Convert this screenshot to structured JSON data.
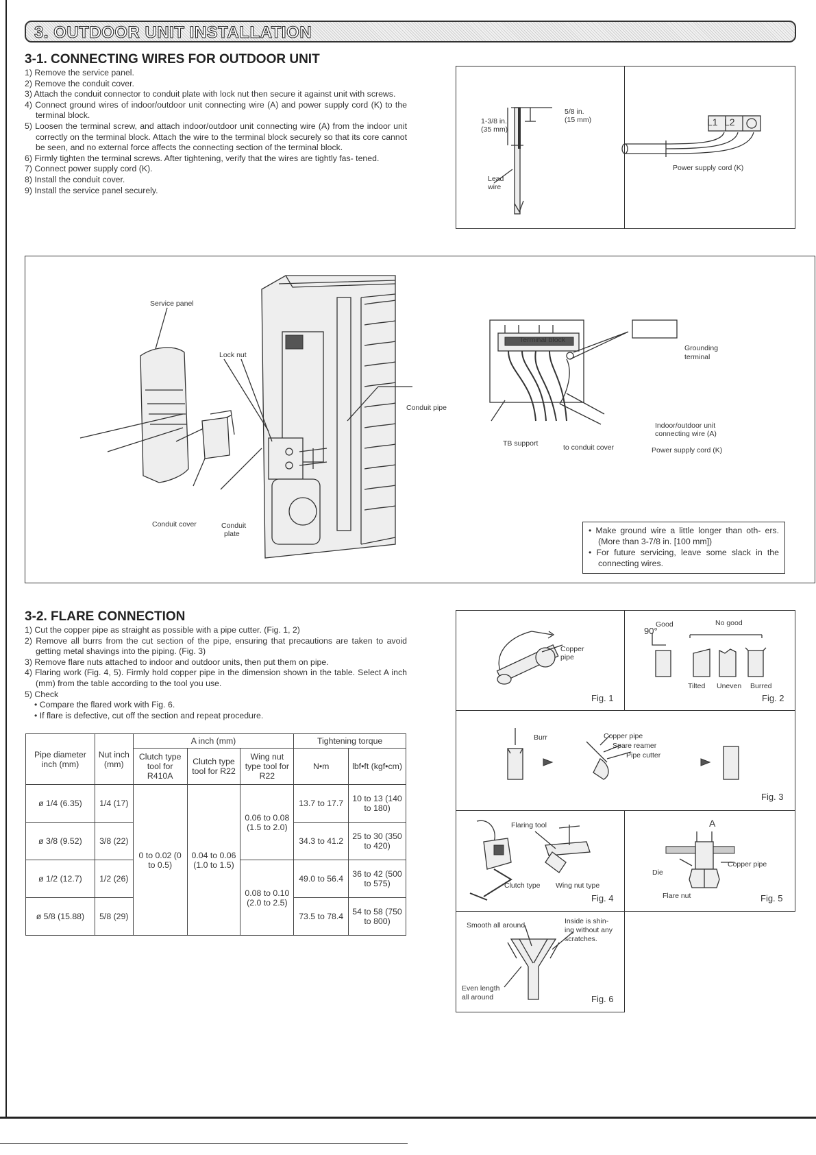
{
  "banner": {
    "title": "3. OUTDOOR UNIT INSTALLATION"
  },
  "sec1": {
    "heading": "3-1. CONNECTING WIRES FOR OUTDOOR UNIT",
    "steps": [
      "1) Remove the service panel.",
      "2) Remove the conduit cover.",
      "3) Attach the conduit connector to conduit plate with lock nut then secure it against unit with screws.",
      "4) Connect ground wires of indoor/outdoor unit connecting wire (A) and power supply cord (K) to the terminal block.",
      "5) Loosen the terminal screw, and attach indoor/outdoor unit connecting wire (A) from the indoor unit correctly on the terminal block. Attach the wire to the terminal block securely so that its core cannot be seen, and no external force affects the connecting section of the terminal block.",
      "6) Firmly tighten the terminal screws. After tightening, verify that the wires are tightly fas- tened.",
      "7) Connect power supply cord (K).",
      "8) Install the conduit cover.",
      "9) Install the service panel securely."
    ]
  },
  "wirefig": {
    "dim1": "1-3/8 in.",
    "dim1b": "(35 mm)",
    "dim2": "5/8 in.",
    "dim2b": "(15 mm)",
    "lead": "Lead",
    "leadb": "wire",
    "l1": "L1",
    "l2": "L2",
    "power_cord": "Power supply cord (K)"
  },
  "unitfig": {
    "service_panel": "Service panel",
    "lock_nut": "Lock nut",
    "conduit_pipe": "Conduit pipe",
    "conduit_cover": "Conduit cover",
    "conduit_plate": "Conduit",
    "conduit_plate_b": "plate",
    "terminal_block": "Terminal block",
    "grounding": "Grounding",
    "grounding_b": "terminal",
    "indoor_wire": "Indoor/outdoor unit",
    "indoor_wire_b": "connecting wire (A)",
    "tb_support": "TB support",
    "to_conduit": "to conduit cover",
    "power_cord": "Power supply cord (K)"
  },
  "notes": [
    "• Make ground wire a little longer than oth- ers. (More than 3-7/8 in. [100 mm])",
    "• For future servicing, leave some slack in the connecting wires."
  ],
  "sec2": {
    "heading": "3-2. FLARE CONNECTION",
    "steps": [
      "1) Cut the copper pipe as straight as possible with a pipe cutter. (Fig. 1, 2)",
      "2) Remove all burrs from the cut section of the pipe, ensuring that precautions are taken to avoid getting metal shavings into the piping. (Fig. 3)",
      "3) Remove flare nuts attached to indoor and outdoor units, then put them on pipe.",
      "4) Flaring work (Fig. 4, 5). Firmly hold copper pipe in the dimension shown in the table. Select A inch (mm) from the table according to the tool you use.",
      "5) Check"
    ],
    "substeps": [
      "• Compare the flared work with Fig. 6.",
      "• If flare is defective, cut off the section and repeat procedure."
    ]
  },
  "table": {
    "h_pipe": "Pipe diameter inch (mm)",
    "h_nut": "Nut inch (mm)",
    "h_a": "A inch (mm)",
    "h_torque": "Tightening torque",
    "h_c410": "Clutch type tool for R410A",
    "h_c22": "Clutch type tool for R22",
    "h_w22": "Wing nut type tool for R22",
    "h_nm": "N•m",
    "h_lbf": "lbf•ft (kgf•cm)",
    "rows": [
      {
        "pipe": "ø 1/4 (6.35)",
        "nut": "1/4 (17)",
        "nm": "13.7 to 17.7",
        "lbf": "10 to 13 (140 to 180)"
      },
      {
        "pipe": "ø 3/8 (9.52)",
        "nut": "3/8 (22)",
        "nm": "34.3 to 41.2",
        "lbf": "25 to 30 (350 to 420)"
      },
      {
        "pipe": "ø 1/2 (12.7)",
        "nut": "1/2 (26)",
        "nm": "49.0 to 56.4",
        "lbf": "36 to 42 (500 to 575)"
      },
      {
        "pipe": "ø 5/8 (15.88)",
        "nut": "5/8 (29)",
        "nm": "73.5 to 78.4",
        "lbf": "54 to 58 (750 to 800)"
      }
    ],
    "c410": "0 to 0.02 (0 to 0.5)",
    "c22": "0.04 to 0.06 (1.0 to 1.5)",
    "w22_a": "0.06 to 0.08 (1.5 to 2.0)",
    "w22_b": "0.08 to 0.10 (2.0 to 2.5)"
  },
  "figs": {
    "fig1": "Fig. 1",
    "copper_pipe": "Copper",
    "copper_pipe_b": "pipe",
    "fig2": "Fig. 2",
    "good": "Good",
    "no_good": "No good",
    "deg": "90°",
    "tilted": "Tilted",
    "uneven": "Uneven",
    "burred": "Burred",
    "fig3": "Fig. 3",
    "burr": "Burr",
    "copper_pipe3": "Copper pipe",
    "spare_reamer": "Spare reamer",
    "pipe_cutter": "Pipe cutter",
    "fig4": "Fig. 4",
    "flaring_tool": "Flaring tool",
    "clutch_type": "Clutch type",
    "wing_nut_type": "Wing nut type",
    "fig5": "Fig. 5",
    "a": "A",
    "die": "Die",
    "copper_pipe5": "Copper pipe",
    "flare_nut": "Flare nut",
    "fig6": "Fig. 6",
    "smooth": "Smooth all around",
    "inside": "Inside is shin-",
    "inside_b": "ing without any",
    "inside_c": "scratches.",
    "even": "Even length",
    "even_b": "all around"
  }
}
